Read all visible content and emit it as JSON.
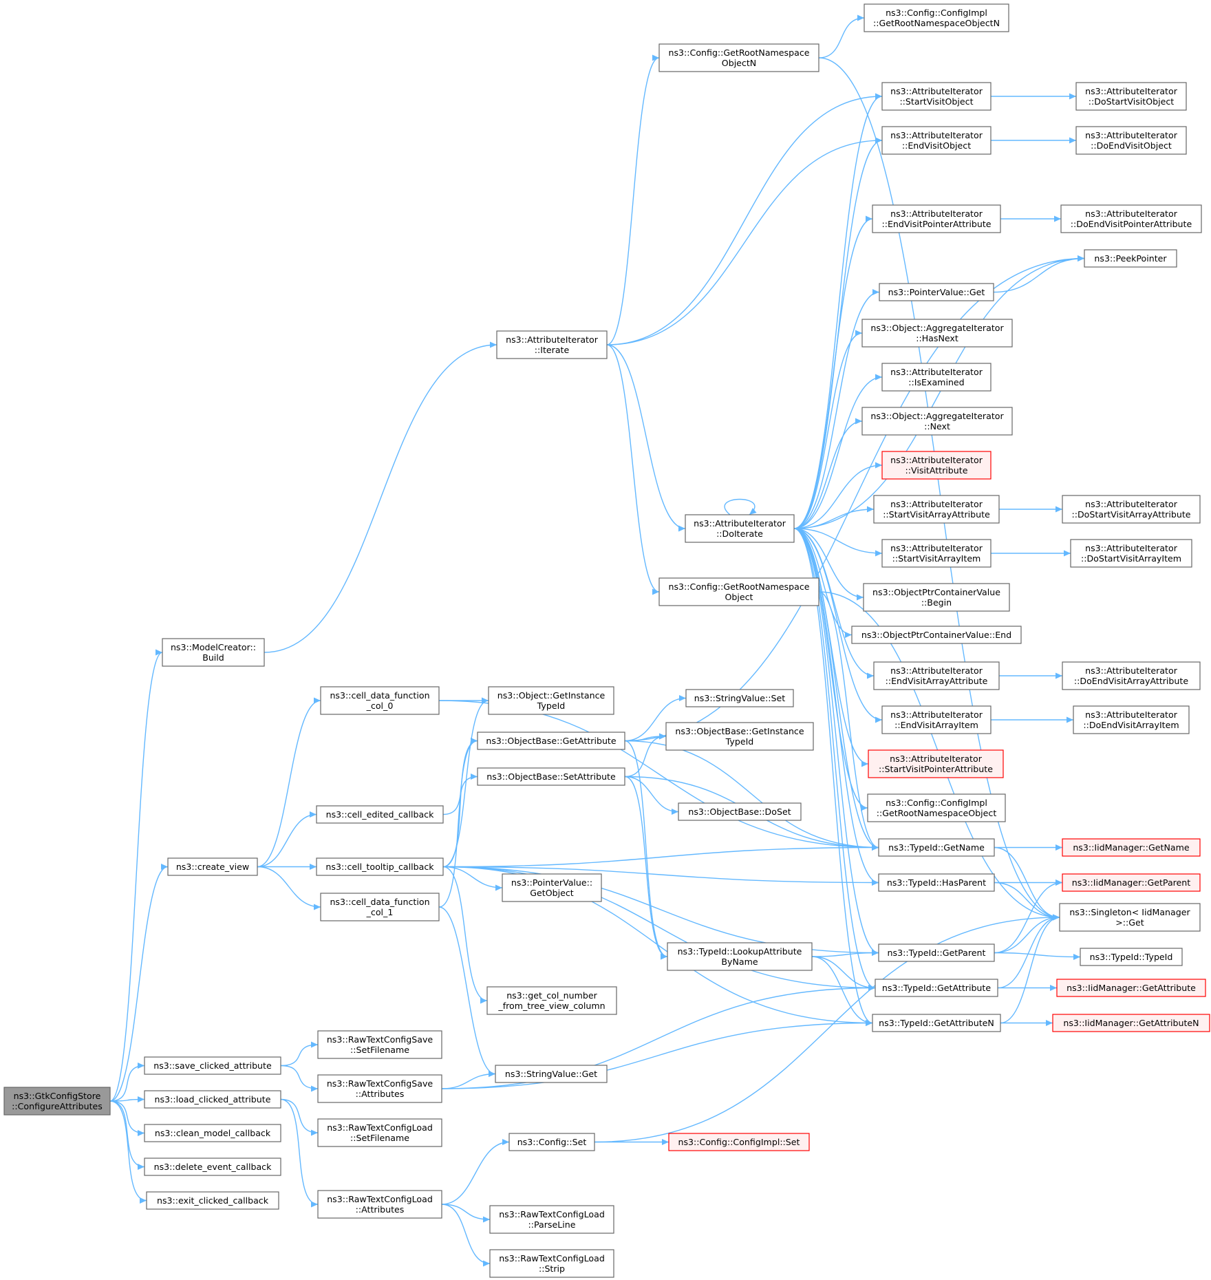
{
  "colors": {
    "edge": "#63b8ff",
    "node_border": "#666666",
    "root_fill": "#999999",
    "incomplete_border": "#ff0000",
    "incomplete_fill": "#fff0f0"
  },
  "nodes": [
    {
      "id": "configure",
      "lines": [
        "ns3::GtkConfigStore",
        "::ConfigureAttributes"
      ],
      "style": "root"
    },
    {
      "id": "build",
      "lines": [
        "ns3::ModelCreator::",
        "Build"
      ]
    },
    {
      "id": "create_view",
      "lines": [
        "ns3::create_view"
      ]
    },
    {
      "id": "save_clicked",
      "lines": [
        "ns3::save_clicked_attribute"
      ]
    },
    {
      "id": "load_clicked",
      "lines": [
        "ns3::load_clicked_attribute"
      ]
    },
    {
      "id": "clean_model",
      "lines": [
        "ns3::clean_model_callback"
      ]
    },
    {
      "id": "delete_event",
      "lines": [
        "ns3::delete_event_callback"
      ]
    },
    {
      "id": "exit_clicked",
      "lines": [
        "ns3::exit_clicked_callback"
      ]
    },
    {
      "id": "iterate",
      "lines": [
        "ns3::AttributeIterator",
        "::Iterate"
      ]
    },
    {
      "id": "cdf0",
      "lines": [
        "ns3::cell_data_function",
        "_col_0"
      ]
    },
    {
      "id": "cell_edited",
      "lines": [
        "ns3::cell_edited_callback"
      ]
    },
    {
      "id": "cell_tooltip",
      "lines": [
        "ns3::cell_tooltip_callback"
      ]
    },
    {
      "id": "cdf1",
      "lines": [
        "ns3::cell_data_function",
        "_col_1"
      ]
    },
    {
      "id": "rtcs_setfilename",
      "lines": [
        "ns3::RawTextConfigSave",
        "::SetFilename"
      ]
    },
    {
      "id": "rtcs_attributes",
      "lines": [
        "ns3::RawTextConfigSave",
        "::Attributes"
      ]
    },
    {
      "id": "rtcl_setfilename",
      "lines": [
        "ns3::RawTextConfigLoad",
        "::SetFilename"
      ]
    },
    {
      "id": "rtcl_attributes",
      "lines": [
        "ns3::RawTextConfigLoad",
        "::Attributes"
      ]
    },
    {
      "id": "get_root_ns_n",
      "lines": [
        "ns3::Config::GetRootNamespace",
        "ObjectN"
      ]
    },
    {
      "id": "obj_get_instance_tid",
      "lines": [
        "ns3::Object::GetInstance",
        "TypeId"
      ]
    },
    {
      "id": "ob_get_attribute",
      "lines": [
        "ns3::ObjectBase::GetAttribute"
      ]
    },
    {
      "id": "ob_set_attribute",
      "lines": [
        "ns3::ObjectBase::SetAttribute"
      ]
    },
    {
      "id": "pv_getobject",
      "lines": [
        "ns3::PointerValue::",
        "GetObject"
      ]
    },
    {
      "id": "get_col_number",
      "lines": [
        "ns3::get_col_number",
        "_from_tree_view_column"
      ]
    },
    {
      "id": "sv_get",
      "lines": [
        "ns3::StringValue::Get"
      ]
    },
    {
      "id": "config_set",
      "lines": [
        "ns3::Config::Set"
      ]
    },
    {
      "id": "rtcl_parseline",
      "lines": [
        "ns3::RawTextConfigLoad",
        "::ParseLine"
      ]
    },
    {
      "id": "rtcl_strip",
      "lines": [
        "ns3::RawTextConfigLoad",
        "::Strip"
      ]
    },
    {
      "id": "cci_get_root_ns_n",
      "lines": [
        "ns3::Config::ConfigImpl",
        "::GetRootNamespaceObjectN"
      ]
    },
    {
      "id": "doiterate",
      "lines": [
        "ns3::AttributeIterator",
        "::DoIterate"
      ]
    },
    {
      "id": "get_root_ns",
      "lines": [
        "ns3::Config::GetRootNamespace",
        "Object"
      ]
    },
    {
      "id": "sv_set",
      "lines": [
        "ns3::StringValue::Set"
      ]
    },
    {
      "id": "ob_get_instance_tid",
      "lines": [
        "ns3::ObjectBase::GetInstance",
        "TypeId"
      ]
    },
    {
      "id": "ob_doset",
      "lines": [
        "ns3::ObjectBase::DoSet"
      ]
    },
    {
      "id": "tid_lookup",
      "lines": [
        "ns3::TypeId::LookupAttribute",
        "ByName"
      ]
    },
    {
      "id": "cci_set",
      "lines": [
        "ns3::Config::ConfigImpl::Set"
      ],
      "style": "red"
    },
    {
      "id": "ai_startvisitobject",
      "lines": [
        "ns3::AttributeIterator",
        "::StartVisitObject"
      ]
    },
    {
      "id": "ai_endvisitobject",
      "lines": [
        "ns3::AttributeIterator",
        "::EndVisitObject"
      ]
    },
    {
      "id": "ai_endvisitpointer",
      "lines": [
        "ns3::AttributeIterator",
        "::EndVisitPointerAttribute"
      ]
    },
    {
      "id": "pv_get",
      "lines": [
        "ns3::PointerValue::Get"
      ]
    },
    {
      "id": "agg_hasnext",
      "lines": [
        "ns3::Object::AggregateIterator",
        "::HasNext"
      ]
    },
    {
      "id": "ai_isexamined",
      "lines": [
        "ns3::AttributeIterator",
        "::IsExamined"
      ]
    },
    {
      "id": "agg_next",
      "lines": [
        "ns3::Object::AggregateIterator",
        "::Next"
      ]
    },
    {
      "id": "ai_visitattribute",
      "lines": [
        "ns3::AttributeIterator",
        "::VisitAttribute"
      ],
      "style": "red"
    },
    {
      "id": "ai_startvisitarray",
      "lines": [
        "ns3::AttributeIterator",
        "::StartVisitArrayAttribute"
      ]
    },
    {
      "id": "ai_startvisitarrayitem",
      "lines": [
        "ns3::AttributeIterator",
        "::StartVisitArrayItem"
      ]
    },
    {
      "id": "opcv_begin",
      "lines": [
        "ns3::ObjectPtrContainerValue",
        "::Begin"
      ]
    },
    {
      "id": "opcv_end",
      "lines": [
        "ns3::ObjectPtrContainerValue::End"
      ]
    },
    {
      "id": "ai_endvisitarray",
      "lines": [
        "ns3::AttributeIterator",
        "::EndVisitArrayAttribute"
      ]
    },
    {
      "id": "ai_endvisitarrayitem",
      "lines": [
        "ns3::AttributeIterator",
        "::EndVisitArrayItem"
      ]
    },
    {
      "id": "ai_startvisitpointer",
      "lines": [
        "ns3::AttributeIterator",
        "::StartVisitPointerAttribute"
      ],
      "style": "red"
    },
    {
      "id": "cci_get_root_ns",
      "lines": [
        "ns3::Config::ConfigImpl",
        "::GetRootNamespaceObject"
      ]
    },
    {
      "id": "tid_getname",
      "lines": [
        "ns3::TypeId::GetName"
      ]
    },
    {
      "id": "tid_hasparent",
      "lines": [
        "ns3::TypeId::HasParent"
      ]
    },
    {
      "id": "tid_getparent",
      "lines": [
        "ns3::TypeId::GetParent"
      ]
    },
    {
      "id": "tid_getattribute",
      "lines": [
        "ns3::TypeId::GetAttribute"
      ]
    },
    {
      "id": "tid_getattributen",
      "lines": [
        "ns3::TypeId::GetAttributeN"
      ]
    },
    {
      "id": "ai_dostartvisitobject",
      "lines": [
        "ns3::AttributeIterator",
        "::DoStartVisitObject"
      ]
    },
    {
      "id": "ai_doendvisitobject",
      "lines": [
        "ns3::AttributeIterator",
        "::DoEndVisitObject"
      ]
    },
    {
      "id": "ai_doendvisitpointer",
      "lines": [
        "ns3::AttributeIterator",
        "::DoEndVisitPointerAttribute"
      ]
    },
    {
      "id": "peekpointer",
      "lines": [
        "ns3::PeekPointer"
      ]
    },
    {
      "id": "ai_dostartvisitarray",
      "lines": [
        "ns3::AttributeIterator",
        "::DoStartVisitArrayAttribute"
      ]
    },
    {
      "id": "ai_dostartvisitarrayitem",
      "lines": [
        "ns3::AttributeIterator",
        "::DoStartVisitArrayItem"
      ]
    },
    {
      "id": "ai_doendvisitarray",
      "lines": [
        "ns3::AttributeIterator",
        "::DoEndVisitArrayAttribute"
      ]
    },
    {
      "id": "ai_doendvisitarrayitem",
      "lines": [
        "ns3::AttributeIterator",
        "::DoEndVisitArrayItem"
      ]
    },
    {
      "id": "iid_getname",
      "lines": [
        "ns3::IidManager::GetName"
      ],
      "style": "red"
    },
    {
      "id": "iid_getparent",
      "lines": [
        "ns3::IidManager::GetParent"
      ],
      "style": "red"
    },
    {
      "id": "singleton_get",
      "lines": [
        "ns3::Singleton< IidManager",
        ">::Get"
      ]
    },
    {
      "id": "tid_typeid",
      "lines": [
        "ns3::TypeId::TypeId"
      ]
    },
    {
      "id": "iid_getattribute",
      "lines": [
        "ns3::IidManager::GetAttribute"
      ],
      "style": "red"
    },
    {
      "id": "iid_getattributen",
      "lines": [
        "ns3::IidManager::GetAttributeN"
      ],
      "style": "red"
    }
  ],
  "edges": [
    [
      "configure",
      "build"
    ],
    [
      "configure",
      "create_view"
    ],
    [
      "configure",
      "save_clicked"
    ],
    [
      "configure",
      "load_clicked"
    ],
    [
      "configure",
      "clean_model"
    ],
    [
      "configure",
      "delete_event"
    ],
    [
      "configure",
      "exit_clicked"
    ],
    [
      "build",
      "iterate"
    ],
    [
      "create_view",
      "cdf0"
    ],
    [
      "create_view",
      "cell_edited"
    ],
    [
      "create_view",
      "cell_tooltip"
    ],
    [
      "create_view",
      "cdf1"
    ],
    [
      "save_clicked",
      "rtcs_setfilename"
    ],
    [
      "save_clicked",
      "rtcs_attributes"
    ],
    [
      "load_clicked",
      "rtcl_setfilename"
    ],
    [
      "load_clicked",
      "rtcl_attributes"
    ],
    [
      "iterate",
      "get_root_ns_n"
    ],
    [
      "iterate",
      "ai_startvisitobject"
    ],
    [
      "iterate",
      "ai_endvisitobject"
    ],
    [
      "iterate",
      "doiterate"
    ],
    [
      "iterate",
      "get_root_ns"
    ],
    [
      "get_root_ns_n",
      "cci_get_root_ns_n"
    ],
    [
      "get_root_ns_n",
      "singleton_get"
    ],
    [
      "cdf0",
      "obj_get_instance_tid"
    ],
    [
      "cdf0",
      "tid_getname"
    ],
    [
      "cell_edited",
      "ob_set_attribute"
    ],
    [
      "cell_tooltip",
      "obj_get_instance_tid"
    ],
    [
      "cell_tooltip",
      "ob_get_attribute"
    ],
    [
      "cell_tooltip",
      "pv_getobject"
    ],
    [
      "cell_tooltip",
      "get_col_number"
    ],
    [
      "cell_tooltip",
      "tid_getname"
    ],
    [
      "cell_tooltip",
      "tid_hasparent"
    ],
    [
      "cell_tooltip",
      "tid_getparent"
    ],
    [
      "cell_tooltip",
      "tid_getattribute"
    ],
    [
      "cell_tooltip",
      "tid_getattributen"
    ],
    [
      "cdf1",
      "ob_get_attribute"
    ],
    [
      "cdf1",
      "sv_get"
    ],
    [
      "rtcs_attributes",
      "sv_get"
    ],
    [
      "rtcs_attributes",
      "tid_getattribute"
    ],
    [
      "rtcs_attributes",
      "tid_getattributen"
    ],
    [
      "rtcl_attributes",
      "config_set"
    ],
    [
      "rtcl_attributes",
      "rtcl_parseline"
    ],
    [
      "rtcl_attributes",
      "rtcl_strip"
    ],
    [
      "config_set",
      "cci_set"
    ],
    [
      "config_set",
      "singleton_get"
    ],
    [
      "ob_get_attribute",
      "sv_set"
    ],
    [
      "ob_get_attribute",
      "ob_get_instance_tid"
    ],
    [
      "ob_get_attribute",
      "tid_lookup"
    ],
    [
      "ob_get_attribute",
      "peekpointer"
    ],
    [
      "ob_get_attribute",
      "tid_getname"
    ],
    [
      "ob_set_attribute",
      "ob_get_instance_tid"
    ],
    [
      "ob_set_attribute",
      "ob_doset"
    ],
    [
      "ob_set_attribute",
      "tid_lookup"
    ],
    [
      "ob_set_attribute",
      "tid_getname"
    ],
    [
      "doiterate",
      "doiterate"
    ],
    [
      "doiterate",
      "ai_startvisitobject"
    ],
    [
      "doiterate",
      "ai_endvisitobject"
    ],
    [
      "doiterate",
      "ai_endvisitpointer"
    ],
    [
      "doiterate",
      "peekpointer"
    ],
    [
      "doiterate",
      "pv_get"
    ],
    [
      "doiterate",
      "agg_hasnext"
    ],
    [
      "doiterate",
      "ai_isexamined"
    ],
    [
      "doiterate",
      "agg_next"
    ],
    [
      "doiterate",
      "ai_visitattribute"
    ],
    [
      "doiterate",
      "ai_startvisitarray"
    ],
    [
      "doiterate",
      "ai_startvisitarrayitem"
    ],
    [
      "doiterate",
      "opcv_begin"
    ],
    [
      "doiterate",
      "opcv_end"
    ],
    [
      "doiterate",
      "ai_endvisitarray"
    ],
    [
      "doiterate",
      "ai_endvisitarrayitem"
    ],
    [
      "doiterate",
      "ai_startvisitpointer"
    ],
    [
      "doiterate",
      "cci_get_root_ns"
    ],
    [
      "doiterate",
      "tid_getname"
    ],
    [
      "doiterate",
      "tid_hasparent"
    ],
    [
      "doiterate",
      "tid_getparent"
    ],
    [
      "doiterate",
      "tid_getattribute"
    ],
    [
      "doiterate",
      "tid_getattributen"
    ],
    [
      "get_root_ns",
      "singleton_get"
    ],
    [
      "get_root_ns",
      "tid_getname"
    ],
    [
      "tid_lookup",
      "tid_getparent"
    ],
    [
      "tid_lookup",
      "tid_getattribute"
    ],
    [
      "tid_lookup",
      "tid_getattributen"
    ],
    [
      "ai_startvisitobject",
      "ai_dostartvisitobject"
    ],
    [
      "ai_endvisitobject",
      "ai_doendvisitobject"
    ],
    [
      "ai_endvisitpointer",
      "ai_doendvisitpointer"
    ],
    [
      "pv_get",
      "peekpointer"
    ],
    [
      "ai_startvisitarray",
      "ai_dostartvisitarray"
    ],
    [
      "ai_startvisitarrayitem",
      "ai_dostartvisitarrayitem"
    ],
    [
      "ai_endvisitarray",
      "ai_doendvisitarray"
    ],
    [
      "ai_endvisitarrayitem",
      "ai_doendvisitarrayitem"
    ],
    [
      "tid_getname",
      "iid_getname"
    ],
    [
      "tid_getname",
      "singleton_get"
    ],
    [
      "tid_hasparent",
      "iid_getparent"
    ],
    [
      "tid_hasparent",
      "singleton_get"
    ],
    [
      "tid_getparent",
      "iid_getparent"
    ],
    [
      "tid_getparent",
      "singleton_get"
    ],
    [
      "tid_getparent",
      "tid_typeid"
    ],
    [
      "tid_getattribute",
      "iid_getattribute"
    ],
    [
      "tid_getattribute",
      "singleton_get"
    ],
    [
      "tid_getattributen",
      "iid_getattributen"
    ],
    [
      "tid_getattributen",
      "singleton_get"
    ]
  ]
}
